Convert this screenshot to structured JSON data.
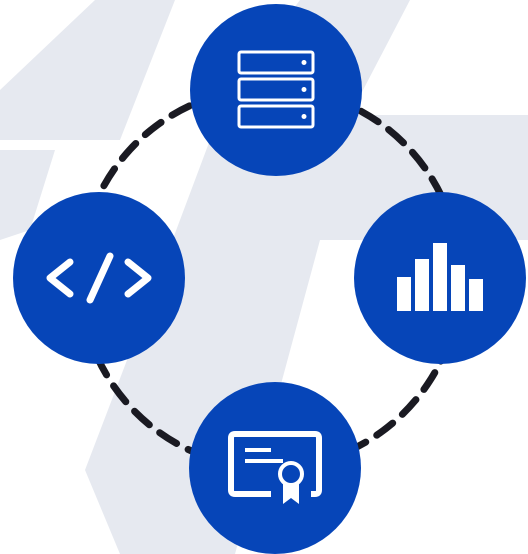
{
  "diagram": {
    "nodes": [
      {
        "id": "top",
        "icon": "server-stack-icon"
      },
      {
        "id": "left",
        "icon": "code-brackets-icon"
      },
      {
        "id": "right",
        "icon": "bar-chart-icon"
      },
      {
        "id": "bottom",
        "icon": "certificate-icon"
      }
    ],
    "connector_style": "dashed",
    "colors": {
      "node_fill": "#0645b8",
      "icon": "#ffffff",
      "connector": "#1a1a22",
      "background_shape": "#e6e9f0"
    }
  }
}
